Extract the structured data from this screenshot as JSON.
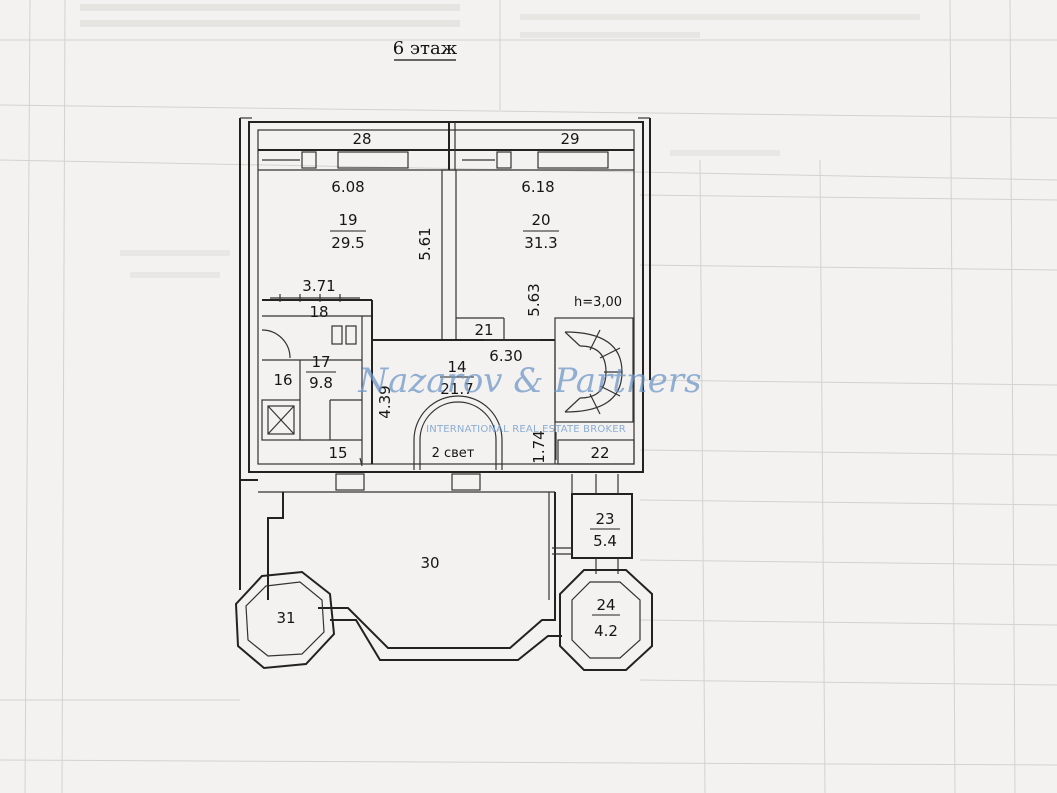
{
  "floor_title": "6 этаж",
  "watermark": {
    "brand": "Nazarov & Partners",
    "tagline": "INTERNATIONAL REAL ESTATE BROKER"
  },
  "ceiling_height": "h=3,00",
  "rooms": {
    "r28": {
      "number": "28"
    },
    "r29": {
      "number": "29"
    },
    "r19": {
      "number": "19",
      "area": "29.5"
    },
    "r20": {
      "number": "20",
      "area": "31.3"
    },
    "r18": {
      "number": "18"
    },
    "r21": {
      "number": "21"
    },
    "r17": {
      "number": "17",
      "area": "9.8"
    },
    "r16": {
      "number": "16"
    },
    "r14": {
      "number": "14",
      "area": "21.7"
    },
    "r15": {
      "number": "15"
    },
    "r22": {
      "number": "22"
    },
    "r23": {
      "number": "23",
      "area": "5.4"
    },
    "r30": {
      "number": "30"
    },
    "r31": {
      "number": "31"
    },
    "r24": {
      "number": "24",
      "area": "4.2"
    }
  },
  "second_light": "2 свет",
  "dimensions": {
    "d608": "6.08",
    "d618": "6.18",
    "d561": "5.61",
    "d563": "5.63",
    "d371": "3.71",
    "d630": "6.30",
    "d439": "4.39",
    "d174": "1.74"
  }
}
